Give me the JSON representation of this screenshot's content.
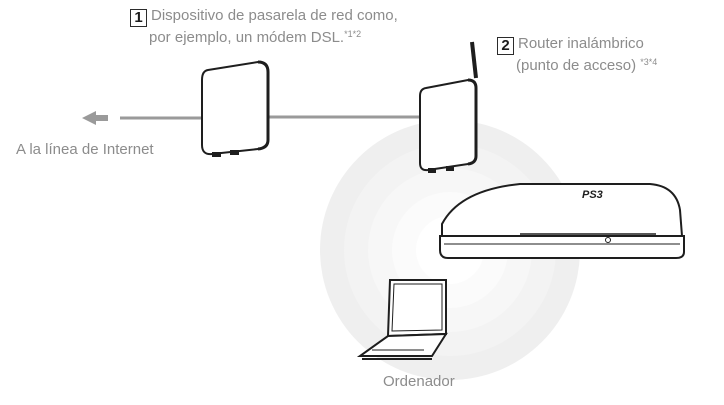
{
  "labels": {
    "gateway": {
      "number": "1",
      "line1": "Dispositivo de pasarela de red como,",
      "line2": "por ejemplo, un módem DSL.",
      "note": "*1*2"
    },
    "router": {
      "number": "2",
      "line1": "Router inalámbrico",
      "line2": "(punto de acceso)",
      "note": "*3*4"
    },
    "internet": "A la línea de Internet",
    "computer": "Ordenador"
  },
  "colors": {
    "line": "#9a9a9a",
    "device_outline": "#1e1e1e",
    "wireless_ring": "#dcdcdc",
    "text": "#8c8c8c"
  },
  "icons": [
    "arrow-left-icon",
    "modem-icon",
    "router-icon",
    "ps3-console-icon",
    "laptop-icon",
    "wireless-signal-icon"
  ]
}
